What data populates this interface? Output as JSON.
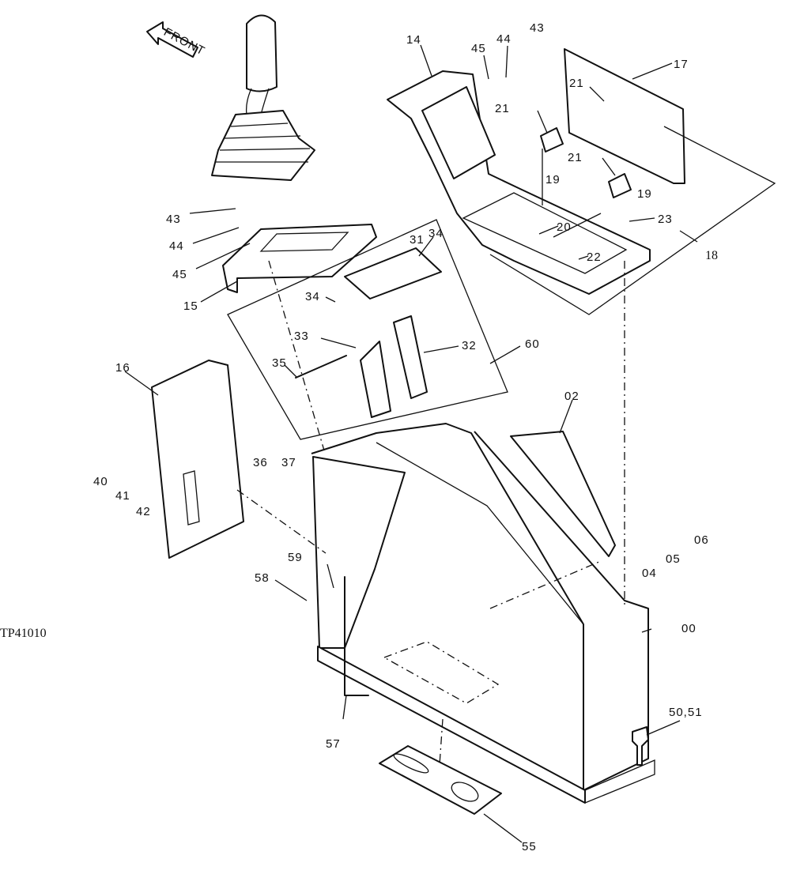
{
  "figure_id": "TP41010",
  "front_label": "FRONT",
  "labels": {
    "p14": "14",
    "p45a": "45",
    "p44a": "44",
    "p43a": "43",
    "p17": "17",
    "p21a": "21",
    "p21b": "21",
    "p21c": "21",
    "p19a": "19",
    "p19b": "19",
    "p23": "23",
    "p20": "20",
    "p22": "22",
    "p18": "18",
    "p43b": "43",
    "p44b": "44",
    "p45b": "45",
    "p15": "15",
    "p31": "31",
    "p34a": "34",
    "p34b": "34",
    "p33": "33",
    "p32": "32",
    "p60": "60",
    "p35": "35",
    "p16": "16",
    "p40": "40",
    "p41": "41",
    "p42": "42",
    "p36": "36",
    "p37": "37",
    "p02": "02",
    "p06": "06",
    "p05": "05",
    "p04": "04",
    "p59": "59",
    "p58": "58",
    "p00": "00",
    "p5051": "50,51",
    "p57": "57",
    "p55": "55"
  }
}
